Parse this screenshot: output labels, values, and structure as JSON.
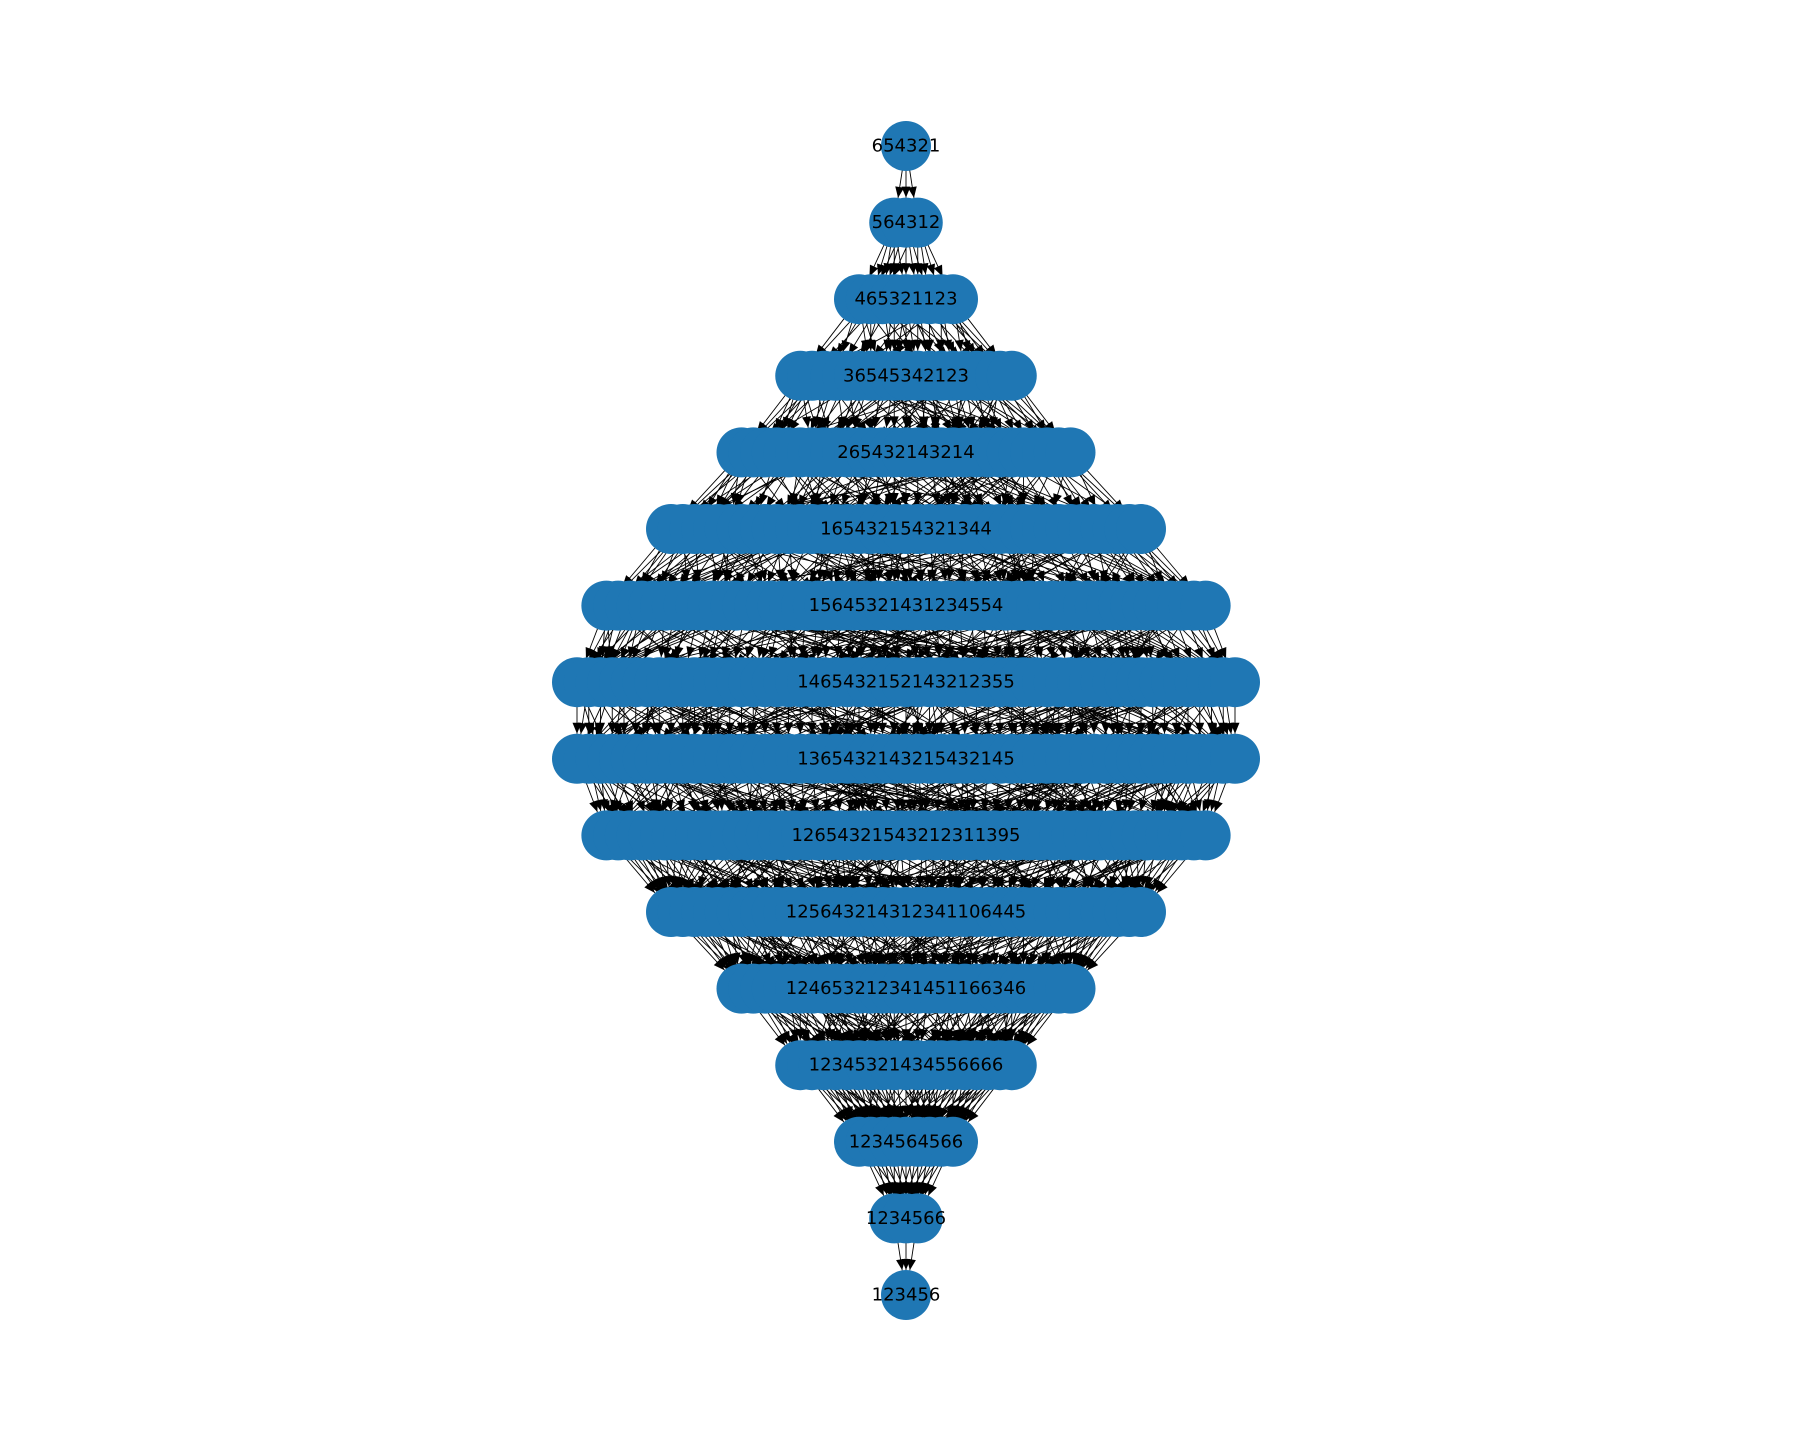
{
  "diagram": {
    "type": "directed-graph",
    "node_color": "#1f77b4",
    "edge_color": "#000000",
    "label_color": "#000000",
    "background": "#ffffff",
    "levels": [
      {
        "count": 1,
        "label": "654321"
      },
      {
        "count": 3,
        "label": "564312"
      },
      {
        "count": 9,
        "label": "465321123"
      },
      {
        "count": 19,
        "label": "36545342123"
      },
      {
        "count": 29,
        "label": "265432143214"
      },
      {
        "count": 41,
        "label": "165432154321344"
      },
      {
        "count": 52,
        "label": "15645321431234554"
      },
      {
        "count": 57,
        "label": "1465432152143212355"
      },
      {
        "count": 57,
        "label": "1365432143215432145"
      },
      {
        "count": 52,
        "label": "12654321543212311395"
      },
      {
        "count": 41,
        "label": "125643214312341106445"
      },
      {
        "count": 29,
        "label": "124653212341451166346"
      },
      {
        "count": 19,
        "label": "12345321434556666"
      },
      {
        "count": 9,
        "label": "1234564566"
      },
      {
        "count": 3,
        "label": "1234566"
      },
      {
        "count": 1,
        "label": "123456"
      }
    ]
  }
}
